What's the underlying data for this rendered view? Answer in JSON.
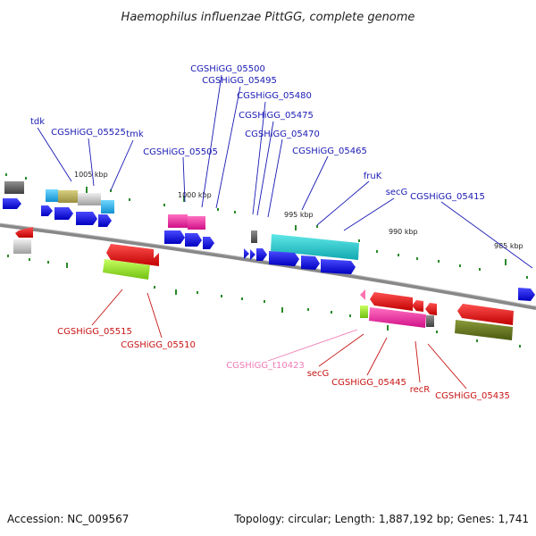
{
  "title": "Haemophilus influenzae PittGG, complete genome",
  "accession": "Accession: NC_009567",
  "summary": "Topology: circular; Length: 1,887,192 bp; Genes: 1,741",
  "kbp_labels": [
    "1005 kbp",
    "1000 kbp",
    "995 kbp",
    "990 kbp",
    "985 kbp"
  ],
  "top_labels": [
    "tdk",
    "CGSHiGG_05525",
    "tmk",
    "CGSHiGG_05500",
    "CGSHiGG_05495",
    "CGSHiGG_05505",
    "CGSHiGG_05480",
    "CGSHiGG_05475",
    "CGSHiGG_05470",
    "CGSHiGG_05465",
    "fruK",
    "secG",
    "CGSHiGG_05415"
  ],
  "bottom_labels": [
    "CGSHiGG_05515",
    "CGSHiGG_05510",
    "CGSHiGG_t10423",
    "secG",
    "CGSHiGG_05445",
    "recR",
    "CGSHiGG_05435"
  ],
  "colors": {
    "label_top": "#1a1ab4",
    "label_bottom": "#c81414",
    "label_trna": "#f07ab4",
    "backbone": "#808080",
    "tick": "#2a8a2a",
    "cds_forward": "#0a0ae0",
    "cds_reverse": "#e01010"
  }
}
